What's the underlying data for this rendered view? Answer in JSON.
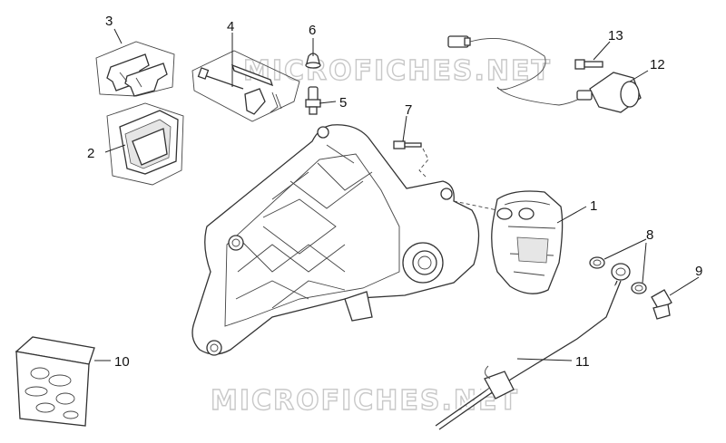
{
  "watermark": {
    "top": "MICROFICHES.NET",
    "bottom": "MICROFICHES.NET"
  },
  "callouts": [
    {
      "id": "1",
      "text": "1"
    },
    {
      "id": "2",
      "text": "2"
    },
    {
      "id": "3",
      "text": "3"
    },
    {
      "id": "4",
      "text": "4"
    },
    {
      "id": "5",
      "text": "5"
    },
    {
      "id": "6",
      "text": "6"
    },
    {
      "id": "7",
      "text": "7"
    },
    {
      "id": "8",
      "text": "8"
    },
    {
      "id": "9",
      "text": "9"
    },
    {
      "id": "10",
      "text": "10"
    },
    {
      "id": "11",
      "text": "11"
    },
    {
      "id": "12",
      "text": "12"
    },
    {
      "id": "13",
      "text": "13"
    }
  ],
  "colors": {
    "line": "#222222",
    "watermark_outline": "#c8c8c8",
    "background": "#ffffff"
  }
}
